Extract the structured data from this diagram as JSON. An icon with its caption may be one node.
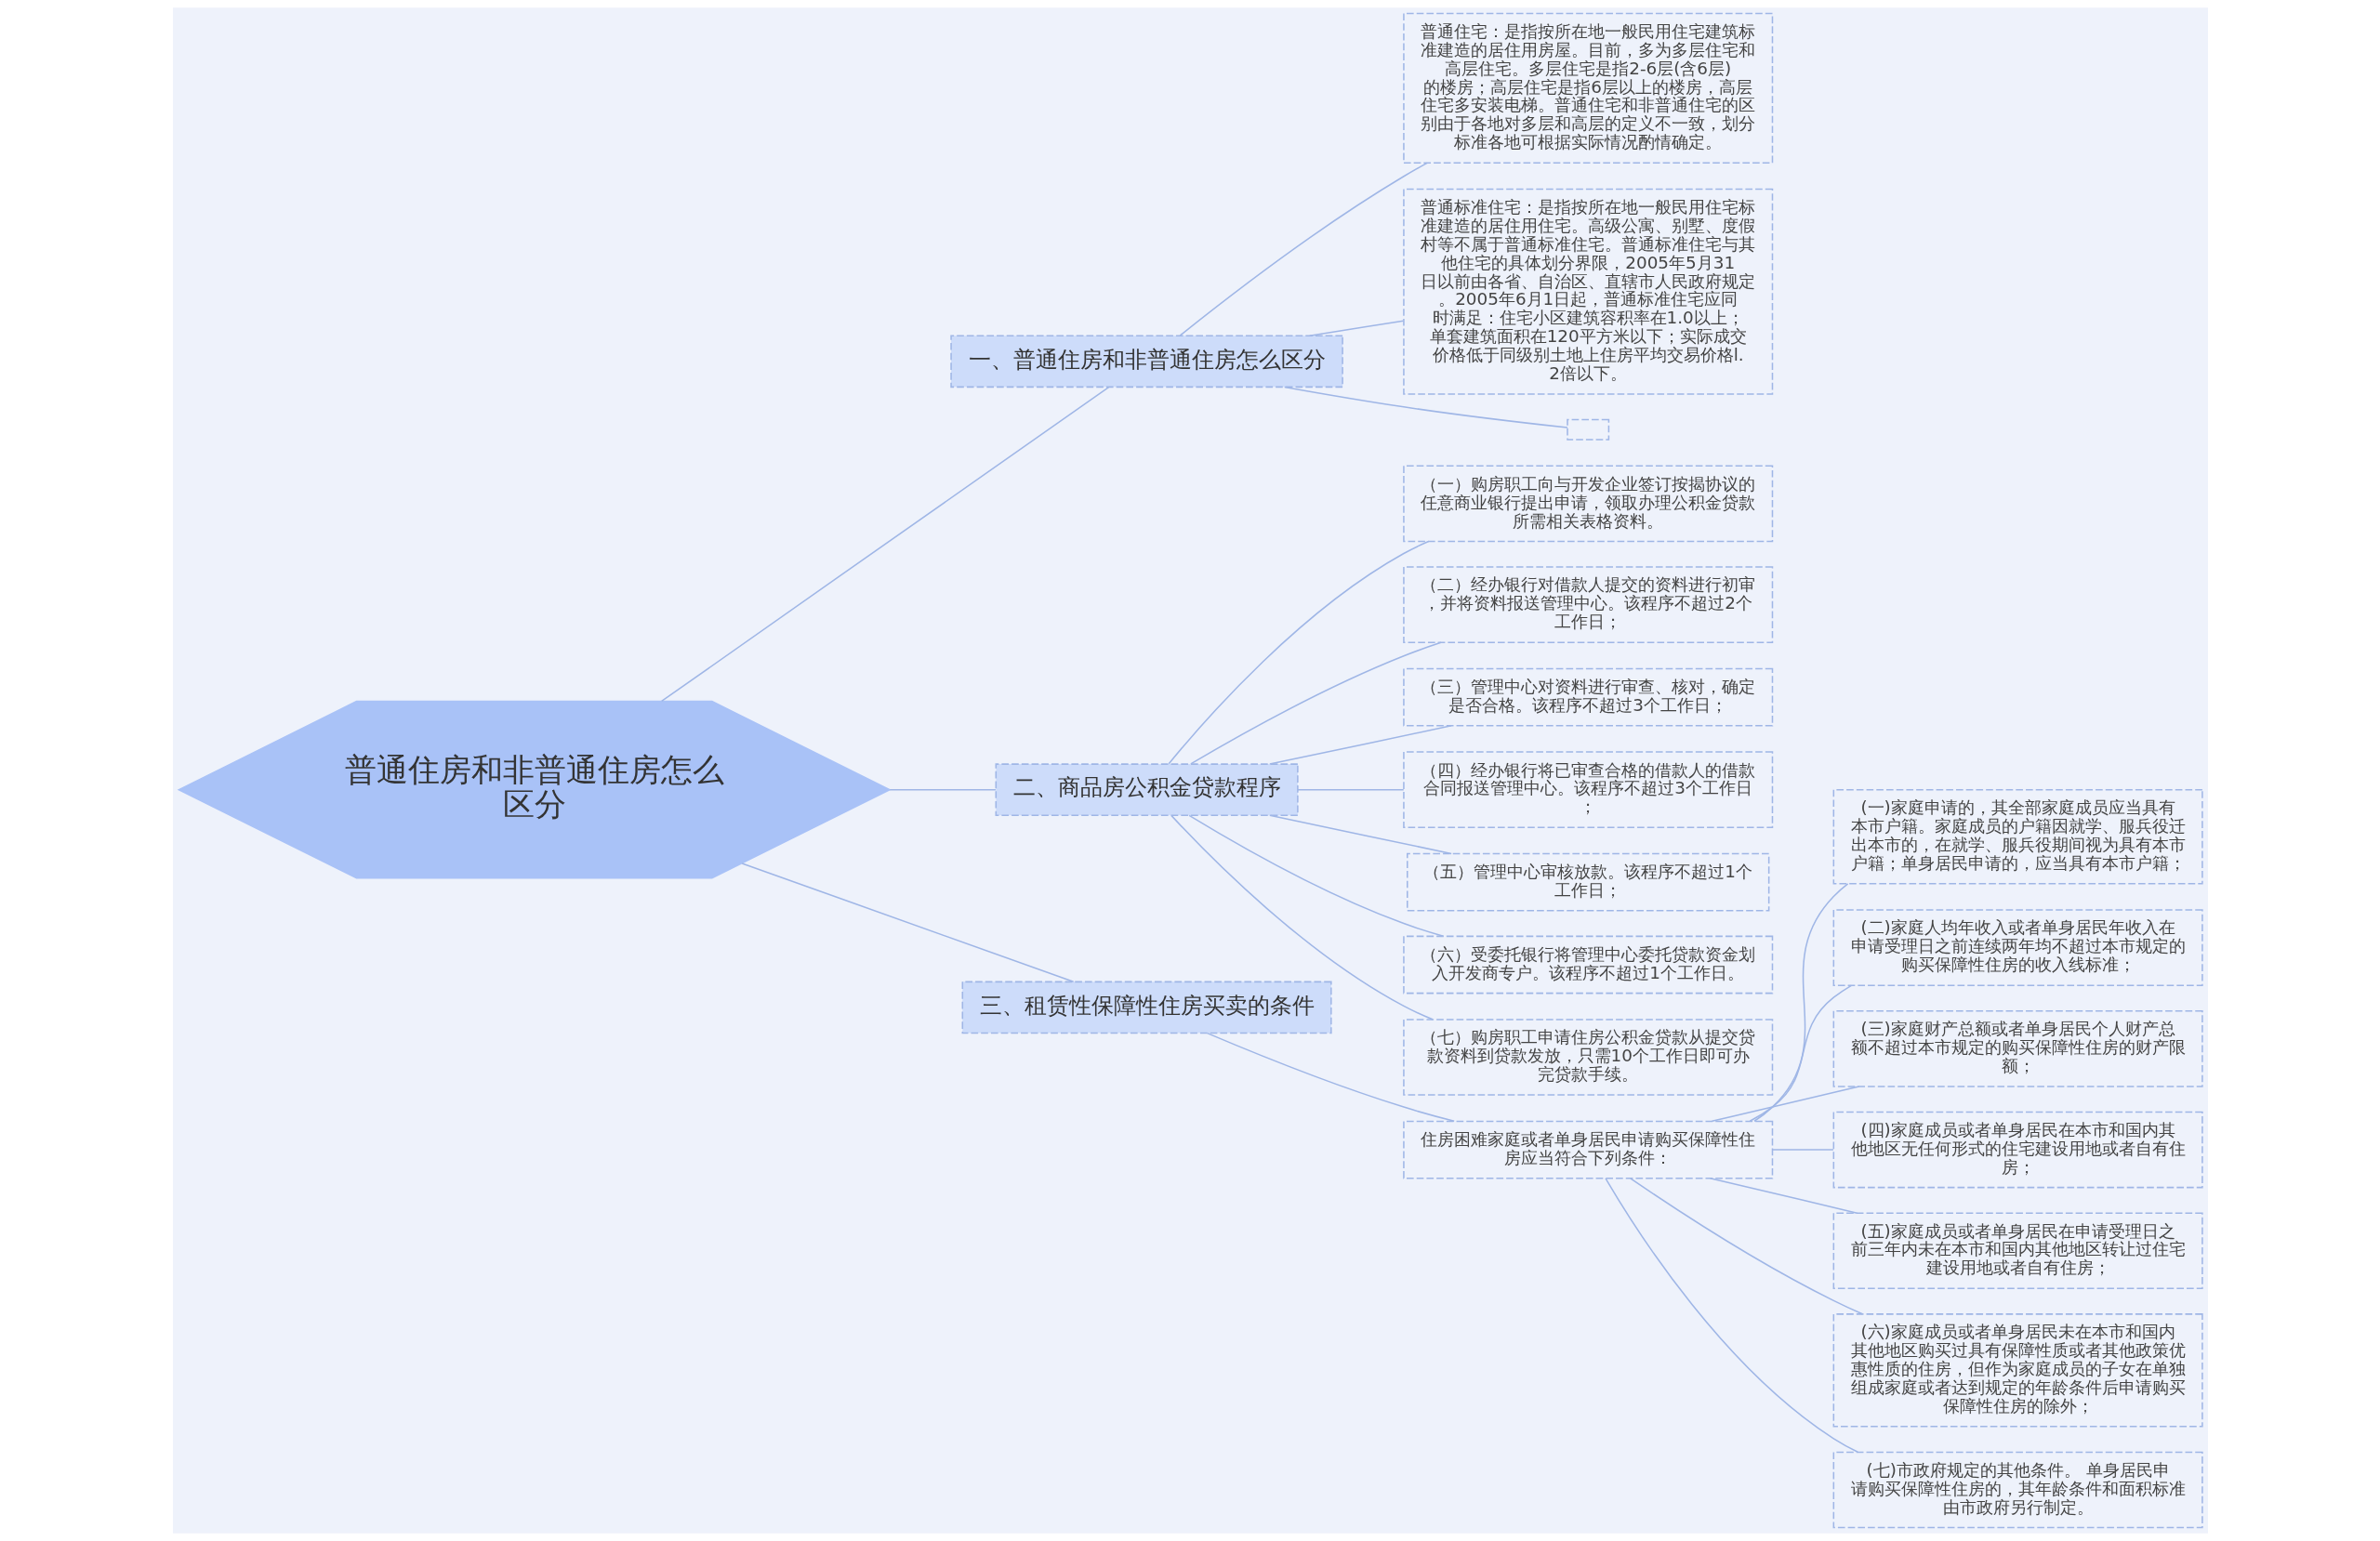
{
  "diagram": {
    "nodes": [
      {
        "text": [
          "普通住房和非普通住房怎么区分"
        ]
      },
      {
        "text": [
          "一、普通住房和非普通住房怎么区分"
        ]
      },
      {
        "text": [
          "普通住宅：是指按所在地一般民用住宅建筑标准建造的居住用房屋。目前，多为多层住宅和高层住宅。多层住宅是指2-6层(含6层)的楼房；高层住宅是指6层以上的楼房，高层住宅多安装电梯。普通住宅和非普通住宅的区别由于各地对多层和高层的定义不一致，划分标准各地可根据实际情况酌情确定。"
        ]
      },
      {
        "text": [
          "普通标准住宅：是指按所在地一般民用住宅标准建造的居住用住宅。高级公寓、别墅、度假村等不属于普通标准住宅。普通标准住宅与其他住宅的具体划分界限，2005年5月31日以前由各省、自治区、直辖市人民政府规定。2005年6月1日起，普通标准住宅应同时满足：住宅小区建筑容积率在1.0以上；单套建筑面积在120平方米以下；实际成交价格低于同级别土地上住房平均交易价格l.2倍以下。"
        ]
      },
      {
        "text": [],
        "shape": "box"
      },
      {
        "text": [
          "二、商品房公积金贷款程序"
        ]
      },
      {
        "text": [
          "（一）购房职工向与开发企业签订按揭协议的任意商业银行提出申请，领取办理公积金贷款所需相关表格资料。"
        ]
      },
      {
        "text": [
          "（二）经办银行对借款人提交的资料进行初审，并将资料报送管理中心。该程序不超过2个工作日；"
        ]
      },
      {
        "text": [
          "（三）管理中心对资料进行审查、核对，确定是否合格。该程序不超过3个工作日；"
        ]
      },
      {
        "text": [
          "（四）经办银行将已审查合格的借款人的借款合同报送管理中心。该程序不超过3个工作日；"
        ]
      },
      {
        "text": [
          "（五）管理中心审核放款。该程序不超过1个工作日；"
        ]
      },
      {
        "text": [
          "（六）受委托银行将管理中心委托贷款资金划入开发商专户。该程序不超过1个工作日。"
        ]
      },
      {
        "text": [
          "（七）购房职工申请住房公积金贷款从提交贷款资料到贷款发放，只需10个工作日即可办完贷款手续。"
        ]
      },
      {
        "text": [
          "三、租赁性保障性住房买卖的条件"
        ]
      },
      {
        "text": [
          "住房困难家庭或者单身居民申请购买保障性住房应当符合下列条件："
        ]
      },
      {
        "text": [
          "(一)家庭申请的，其全部家庭成员应当具有本市户籍。家庭成员的户籍因就学、服兵役迁出本市的，在就学、服兵役期间视为具有本市户籍；单身居民申请的，应当具有本市户籍；"
        ]
      },
      {
        "text": [
          "(二)家庭人均年收入或者单身居民年收入在申请受理日之前连续两年均不超过本市规定的购买保障性住房的收入线标准；"
        ]
      },
      {
        "text": [
          "(三)家庭财产总额或者单身居民个人财产总额不超过本市规定的购买保障性住房的财产限额；"
        ]
      },
      {
        "text": [
          "(四)家庭成员或者单身居民在本市和国内其他地区无任何形式的住宅建设用地或者自有住房；"
        ]
      },
      {
        "text": [
          "(五)家庭成员或者单身居民在申请受理日之前三年内未在本市和国内其他地区转让过住宅建设用地或者自有住房；"
        ]
      },
      {
        "text": [
          "(六)家庭成员或者单身居民未在本市和国内其他地区购买过具有保障性质或者其他政策优惠性质的住房，但作为家庭成员的子女在单独组成家庭或者达到规定的年龄条件后申请购买保障性住房的除外；"
        ]
      },
      {
        "text": [
          "(七)市政府规定的其他条件。 单身居民申请购买保障性住房的，其年龄条件和面积标准由市政府另行制定。"
        ]
      }
    ],
    "edges": [
      {
        "from": 0,
        "to": 1,
        "arrow": "none"
      },
      {
        "from": 1,
        "to": 2,
        "arrow": "none"
      },
      {
        "from": 1,
        "to": 3,
        "arrow": "none"
      },
      {
        "from": 1,
        "to": 4,
        "arrow": "none"
      },
      {
        "from": 0,
        "to": 5,
        "arrow": "none"
      },
      {
        "from": 5,
        "to": 6,
        "arrow": "none"
      },
      {
        "from": 5,
        "to": 7,
        "arrow": "none"
      },
      {
        "from": 5,
        "to": 8,
        "arrow": "none"
      },
      {
        "from": 5,
        "to": 9,
        "arrow": "none"
      },
      {
        "from": 5,
        "to": 10,
        "arrow": "none"
      },
      {
        "from": 5,
        "to": 11,
        "arrow": "none"
      },
      {
        "from": 5,
        "to": 12,
        "arrow": "none"
      },
      {
        "from": 0,
        "to": 13,
        "arrow": "none"
      },
      {
        "from": 13,
        "to": 14,
        "arrow": "none"
      },
      {
        "from": 14,
        "to": 15,
        "arrow": "none"
      },
      {
        "from": 14,
        "to": 16,
        "arrow": "none"
      },
      {
        "from": 14,
        "to": 17,
        "arrow": "none"
      },
      {
        "from": 14,
        "to": 18,
        "arrow": "none"
      },
      {
        "from": 14,
        "to": 19,
        "arrow": "none"
      },
      {
        "from": 14,
        "to": 20,
        "arrow": "none"
      },
      {
        "from": 14,
        "to": 21,
        "arrow": "none"
      }
    ]
  }
}
